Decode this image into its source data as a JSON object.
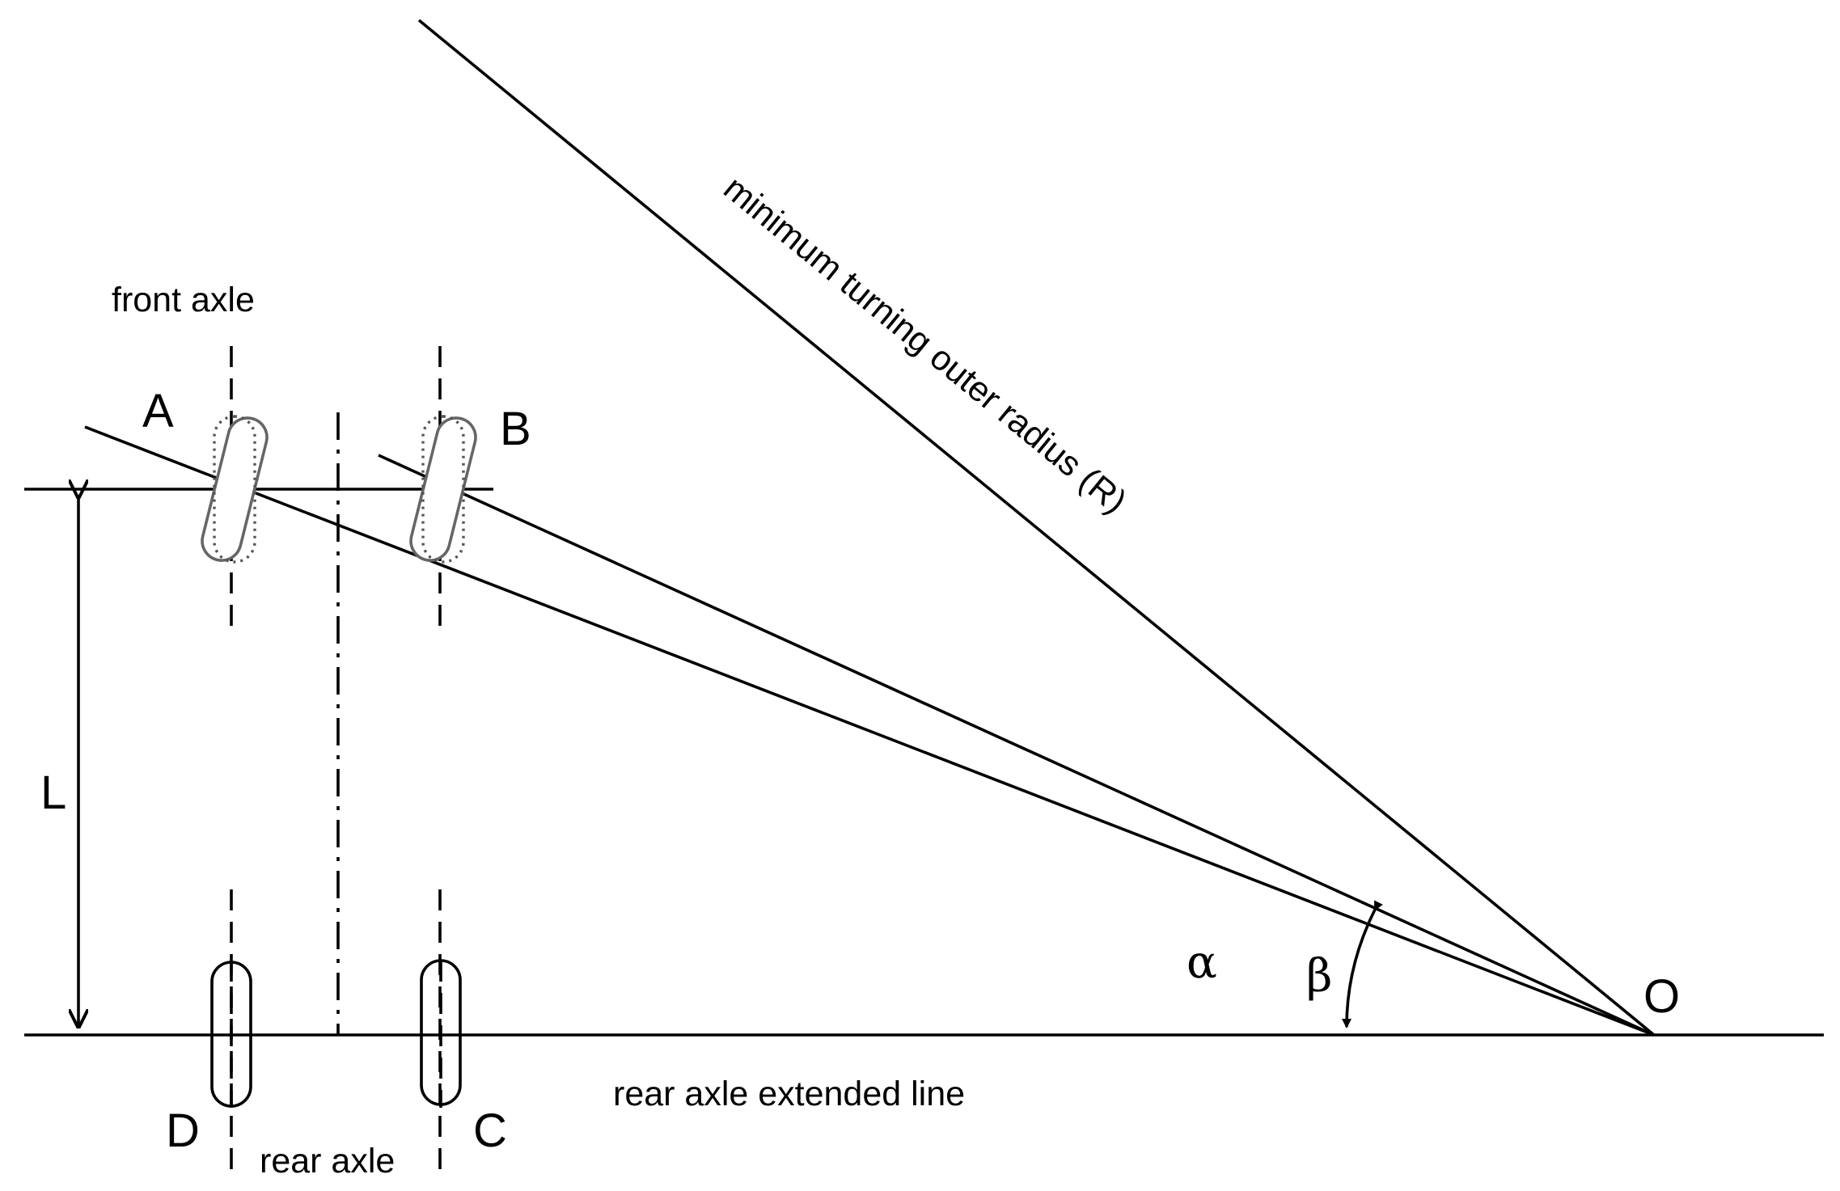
{
  "labels": {
    "front_axle": "front axle",
    "rear_axle": "rear axle",
    "rear_axle_extended": "rear axle extended line",
    "radius": "minimum turning outer radius (R)",
    "point_a": "A",
    "point_b": "B",
    "point_c": "C",
    "point_d": "D",
    "point_o": "O",
    "wheelbase": "L",
    "alpha": "α",
    "beta": "β"
  }
}
